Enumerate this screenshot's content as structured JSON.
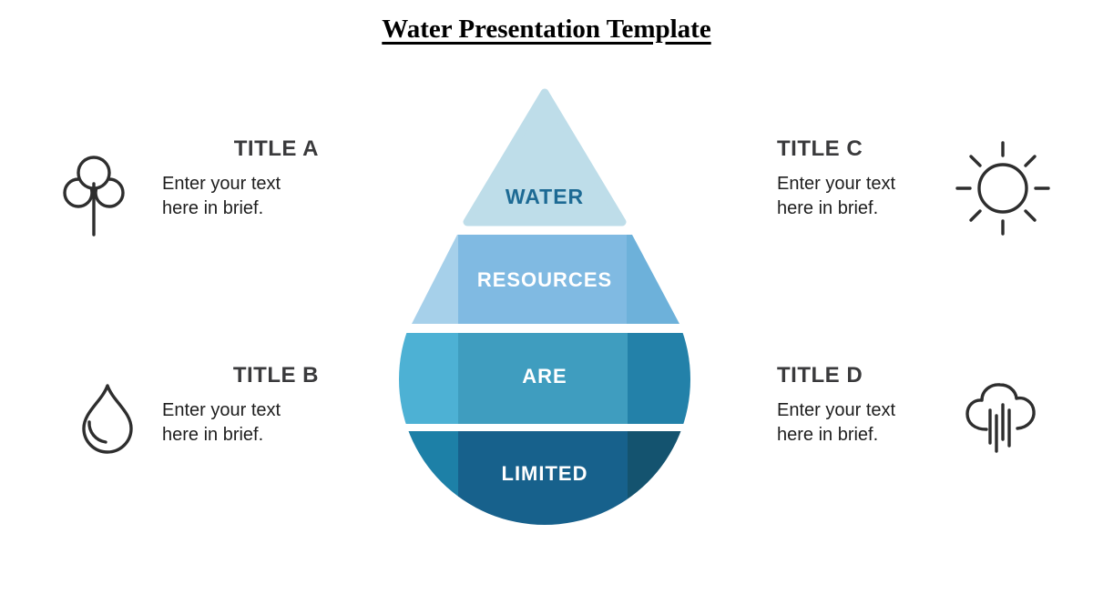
{
  "title": "Water Presentation Template",
  "droplet": {
    "segments": [
      {
        "label": "WATER",
        "text_color": "#1d6a94",
        "colors": {
          "left": "#bedde9",
          "center": "#bedde9",
          "right": "#bedde9"
        }
      },
      {
        "label": "RESOURCES",
        "text_color": "#ffffff",
        "colors": {
          "left": "#a6d0ea",
          "center": "#80bae2",
          "right": "#6db1da"
        }
      },
      {
        "label": "ARE",
        "text_color": "#ffffff",
        "colors": {
          "left": "#4db1d4",
          "center": "#3f9dbf",
          "right": "#2381a9"
        }
      },
      {
        "label": "LIMITED",
        "text_color": "#ffffff",
        "colors": {
          "left": "#1d80a7",
          "center": "#17618c",
          "right": "#14536f"
        }
      }
    ]
  },
  "callouts": [
    {
      "title": "TITLE A",
      "body": "Enter your text here in brief.",
      "icon": "tree-icon",
      "side": "left"
    },
    {
      "title": "TITLE B",
      "body": "Enter your text here in brief.",
      "icon": "water-drop-icon",
      "side": "left"
    },
    {
      "title": "TITLE C",
      "body": "Enter your text here in brief.",
      "icon": "sun-icon",
      "side": "right"
    },
    {
      "title": "TITLE D",
      "body": "Enter your text here in brief.",
      "icon": "rain-cloud-icon",
      "side": "right"
    }
  ],
  "colors": {
    "heading_text": "#000000",
    "callout_title": "#3a3a3c",
    "callout_body": "#1e1e1e",
    "icon_stroke": "#2e2e2e",
    "background": "#ffffff"
  }
}
